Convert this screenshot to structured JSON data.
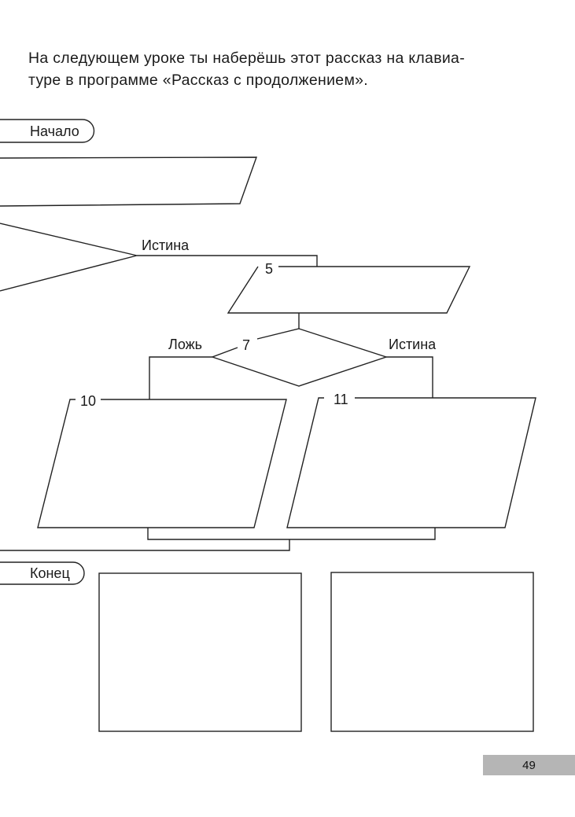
{
  "intro": {
    "line1": "На следующем уроке ты наберёшь этот рассказ на клавиа-",
    "line2": "туре в программе «Рассказ с продолжением»."
  },
  "flowchart": {
    "start_label": "Начало",
    "end_label": "Конец",
    "true_label_1": "Истина",
    "false_label": "Ложь",
    "true_label_2": "Истина",
    "block_numbers": {
      "io_5": "5",
      "decision_7": "7",
      "io_10": "10",
      "io_11": "11"
    }
  },
  "page_number": "49"
}
